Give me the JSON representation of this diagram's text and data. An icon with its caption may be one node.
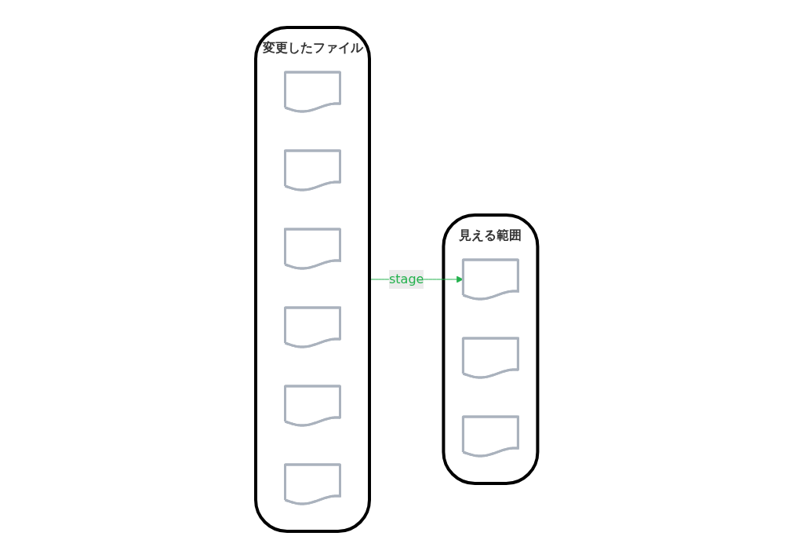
{
  "diagram": {
    "nodes": [
      {
        "text": [
          "変更したファイル"
        ]
      },
      {
        "text": [],
        "shape": "document",
        "in": 0
      },
      {
        "text": [],
        "shape": "document",
        "in": 0
      },
      {
        "text": [],
        "shape": "document",
        "in": 0
      },
      {
        "text": [],
        "shape": "document",
        "in": 0
      },
      {
        "text": [],
        "shape": "document",
        "in": 0
      },
      {
        "text": [],
        "shape": "document",
        "in": 0
      },
      {
        "text": [
          "見える範囲"
        ]
      },
      {
        "text": [],
        "shape": "document",
        "in": 7
      },
      {
        "text": [],
        "shape": "document",
        "in": 7
      },
      {
        "text": [],
        "shape": "document",
        "in": 7
      }
    ],
    "edges": [
      {
        "from": 0,
        "to": 8,
        "arrow": "to",
        "label": "stage",
        "color": "#22b14c"
      }
    ]
  }
}
